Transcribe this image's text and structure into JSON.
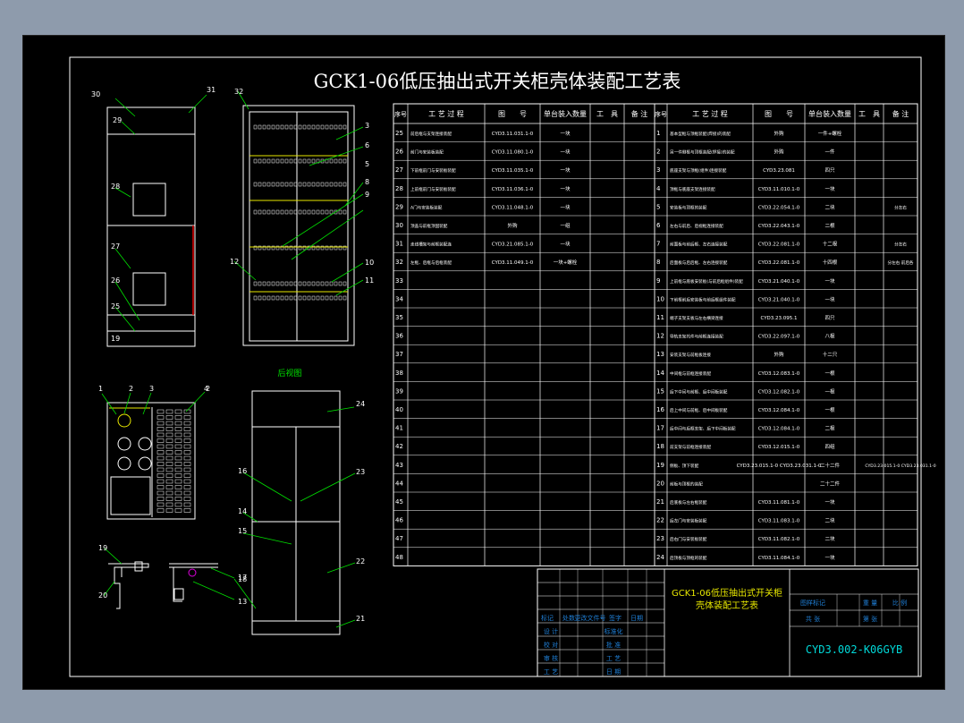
{
  "drawing": {
    "title": "GCK1-06低压抽出式开关柜壳体装配工艺表",
    "rear_view_label": "后视图",
    "colors": {
      "background": "#000000",
      "line": "#ffffff",
      "title": "#ffffff",
      "cyan": "#00d8d8",
      "green": "#00e000",
      "yellow": "#e8e800",
      "red": "#e00000",
      "magenta": "#e000e0",
      "tblue": "#1f7fd6"
    },
    "callouts": {
      "front": [
        "30",
        "31",
        "29",
        "28",
        "27",
        "26",
        "25",
        "19"
      ],
      "side": [
        "32",
        "3",
        "6",
        "5",
        "8",
        "9",
        "12",
        "10",
        "11"
      ],
      "top": [
        "1",
        "2",
        "3",
        "4",
        "2"
      ],
      "rear": [
        "24",
        "16",
        "23",
        "14",
        "15",
        "17",
        "22",
        "21"
      ],
      "details": [
        "19",
        "20",
        "18",
        "13"
      ]
    }
  },
  "process_table": {
    "headers": [
      "序号",
      "工 艺 过 程",
      "图　　号",
      "单台装入数量",
      "工　具",
      "备 注"
    ],
    "left_rows": [
      {
        "n": "25",
        "proc": "前后框与支架连接装配",
        "dwg": "CYD3.11.031.1-0",
        "qty": "一块"
      },
      {
        "n": "26",
        "proc": "前门与安装板装配",
        "dwg": "CYD3.11.080.1-0",
        "qty": "一块"
      },
      {
        "n": "27",
        "proc": "下前框前门与安装板装配",
        "dwg": "CYD3.11.035.1-0",
        "qty": "一块"
      },
      {
        "n": "28",
        "proc": "上前框前门与安装板装配",
        "dwg": "CYD3.11.036.1-0",
        "qty": "一块"
      },
      {
        "n": "29",
        "proc": "A门与安装板装配",
        "dwg": "CYD3.11.048.1-0",
        "qty": "一块"
      },
      {
        "n": "30",
        "proc": "顶盖与前框顶固装配",
        "dwg": "外购",
        "qty": "一组"
      },
      {
        "n": "31",
        "proc": "走线槽架与前框装配连",
        "dwg": "CYD3.21.085.1-0",
        "qty": "一块"
      },
      {
        "n": "32",
        "proc": "左框、后框与后框装配",
        "dwg": "CYD3.11.049.1-0",
        "qty": "一块+螺栓"
      },
      {
        "n": "33"
      },
      {
        "n": "34"
      },
      {
        "n": "35"
      },
      {
        "n": "36"
      },
      {
        "n": "37"
      },
      {
        "n": "38"
      },
      {
        "n": "39"
      },
      {
        "n": "40"
      },
      {
        "n": "41"
      },
      {
        "n": "42"
      },
      {
        "n": "43"
      },
      {
        "n": "44"
      },
      {
        "n": "45"
      },
      {
        "n": "46"
      },
      {
        "n": "47"
      },
      {
        "n": "48"
      }
    ],
    "right_rows": [
      {
        "n": "1",
        "proc": "基本型框与顶框装配(焊接)的装配",
        "dwg": "外购",
        "qty": "一件+螺栓",
        "note": ""
      },
      {
        "n": "2",
        "proc": "另一件侧框与顶框装配(焊接)的装配",
        "dwg": "外购",
        "qty": "一件",
        "note": ""
      },
      {
        "n": "3",
        "proc": "底座支架与顶框(组件)连接装配",
        "dwg": "CYD3.23.081",
        "qty": "四只",
        "note": ""
      },
      {
        "n": "4",
        "proc": "顶框与底座支架连接装配",
        "dwg": "CYD3.11.010.1-0",
        "qty": "一块",
        "note": ""
      },
      {
        "n": "5",
        "proc": "安装板与顶框的装配",
        "dwg": "CYD3.22.054.1-0",
        "qty": "二块",
        "note": "分左右"
      },
      {
        "n": "6",
        "proc": "左右与前后、后视框连接装配",
        "dwg": "CYD3.22.043.1-0",
        "qty": "二根",
        "note": ""
      },
      {
        "n": "7",
        "proc": "前面板与前后框、左右连接装配",
        "dwg": "CYD3.22.081.1-0",
        "qty": "十二根",
        "note": "分左右"
      },
      {
        "n": "8",
        "proc": "后面板与后后框、左右连接装配",
        "dwg": "CYD3.22.081.1-0",
        "qty": "十四根",
        "note": "分左右 前后各"
      },
      {
        "n": "9",
        "proc": "上前框与底板安装板(与前后框组件)装配",
        "dwg": "CYD3.21.040.1-0",
        "qty": "一块",
        "note": ""
      },
      {
        "n": "10",
        "proc": "下前框前后安装板与前后框组件装配",
        "dwg": "CYD3.21.040.1-0",
        "qty": "一块",
        "note": ""
      },
      {
        "n": "11",
        "proc": "端子支架支板与左右横梁连接",
        "dwg": "CYD3.23.095.1",
        "qty": "四只",
        "note": ""
      },
      {
        "n": "12",
        "proc": "导轨支架托件与前框连接装配",
        "dwg": "CYD3.22.097.1-0",
        "qty": "八根",
        "note": ""
      },
      {
        "n": "13",
        "proc": "安装支架与前框板连接",
        "dwg": "外购",
        "qty": "十二只",
        "note": ""
      },
      {
        "n": "14",
        "proc": "中间框与前框连接装配",
        "dwg": "CYD3.12.083.1-0",
        "qty": "一根",
        "note": ""
      },
      {
        "n": "15",
        "proc": "后下中间与前框、后中间板装配",
        "dwg": "CYD3.12.082.1-0",
        "qty": "一根",
        "note": ""
      },
      {
        "n": "16",
        "proc": "后上中间与前框、后中间板装配",
        "dwg": "CYD3.12.084.1-0",
        "qty": "一根",
        "note": ""
      },
      {
        "n": "17",
        "proc": "后中间与后框支架、后下中间板装配",
        "dwg": "CYD3.12.084.1-0",
        "qty": "二根",
        "note": ""
      },
      {
        "n": "18",
        "proc": "前支架与前框连接装配",
        "dwg": "CYD3.12.015.1-0",
        "qty": "四组",
        "note": ""
      },
      {
        "n": "19",
        "proc": "侧板、顶下装配",
        "dwg": "CYD3.23.015.1-0 CYD3.23.031.1-0",
        "qty": "二十二件",
        "note": "CYD3.23.015.1-0 CYD3.23.031.1-0"
      },
      {
        "n": "20",
        "proc": "前板与顶框的装配",
        "dwg": "",
        "qty": "二十二件",
        "note": ""
      },
      {
        "n": "21",
        "proc": "后底板与左右框装配",
        "dwg": "CYD3.11.081.1-0",
        "qty": "一块",
        "note": ""
      },
      {
        "n": "22",
        "proc": "后左门与安装板装配",
        "dwg": "CYD3.11.083.1-0",
        "qty": "二块",
        "note": ""
      },
      {
        "n": "23",
        "proc": "后右门与安装板装配",
        "dwg": "CYD3.11.082.1-0",
        "qty": "二块",
        "note": ""
      },
      {
        "n": "24",
        "proc": "后顶板与顶框的装配",
        "dwg": "CYD3.11.084.1-0",
        "qty": "一块",
        "note": ""
      }
    ]
  },
  "title_block": {
    "name_line1": "GCK1-06低压抽出式开关柜",
    "name_line2": "壳体装配工艺表",
    "code": "CYD3.002-K06GYB",
    "row_labels": [
      "标记",
      "处数",
      "更改文件号",
      "签字",
      "日期"
    ],
    "left_labels": [
      "设 计",
      "校 对",
      "审 核",
      "工 艺"
    ],
    "mid_labels": [
      "标准化",
      "批 准",
      "工 艺",
      "日 期"
    ],
    "right_labels": [
      "图样标记",
      "重 量",
      "比 例",
      "共 张",
      "第 张"
    ]
  }
}
